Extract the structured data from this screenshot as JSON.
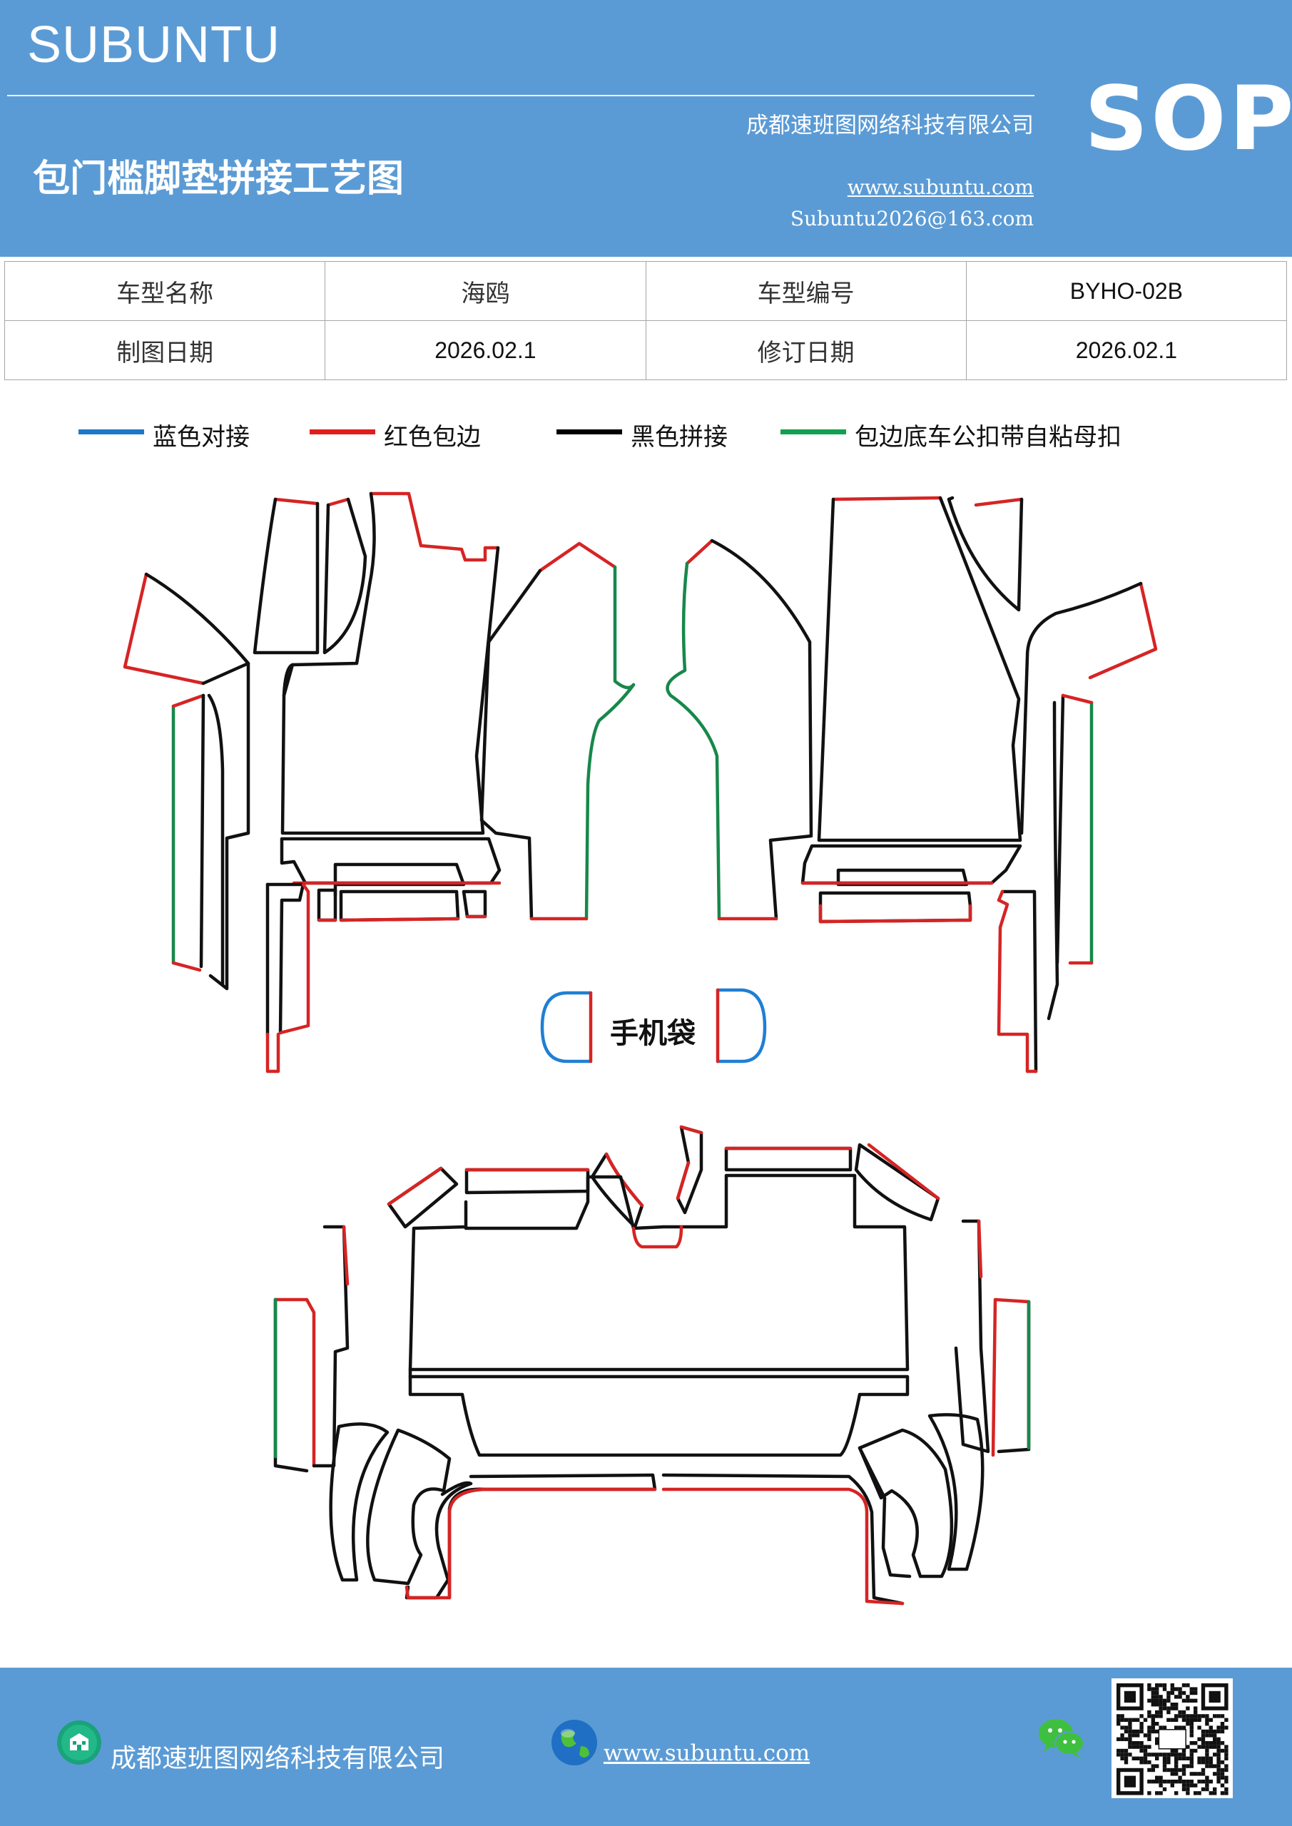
{
  "header": {
    "brand": "SUBUNTU",
    "title": "包门槛脚垫拼接工艺图",
    "company": "成都速班图网络科技有限公司",
    "website": "www.subuntu.com",
    "email": "Subuntu2026@163.com",
    "badge": "SOP"
  },
  "info_table": [
    {
      "label1": "车型名称",
      "value1": "海鸥",
      "label2": "车型编号",
      "value2": "BYHO-02B"
    },
    {
      "label1": "制图日期",
      "value1": "2026.02.1",
      "label2": "修订日期",
      "value2": "2026.02.1"
    }
  ],
  "legend": [
    {
      "label": "蓝色对接",
      "color": "#1f77c9"
    },
    {
      "label": "红色包边",
      "color": "#e01e1e"
    },
    {
      "label": "黑色拼接",
      "color": "#000000"
    },
    {
      "label": "包边底车公扣带自粘母扣",
      "color": "#12a050"
    }
  ],
  "diagram": {
    "pocket_label": "手机袋",
    "colors": {
      "black": "#111111",
      "red": "#d62424",
      "green": "#17884a",
      "blue": "#1f7fd4"
    }
  },
  "footer": {
    "company": "成都速班图网络科技有限公司",
    "website": "www.subuntu.com",
    "icons": [
      "building-icon",
      "globe-icon",
      "wechat-icon",
      "qr-code"
    ]
  }
}
